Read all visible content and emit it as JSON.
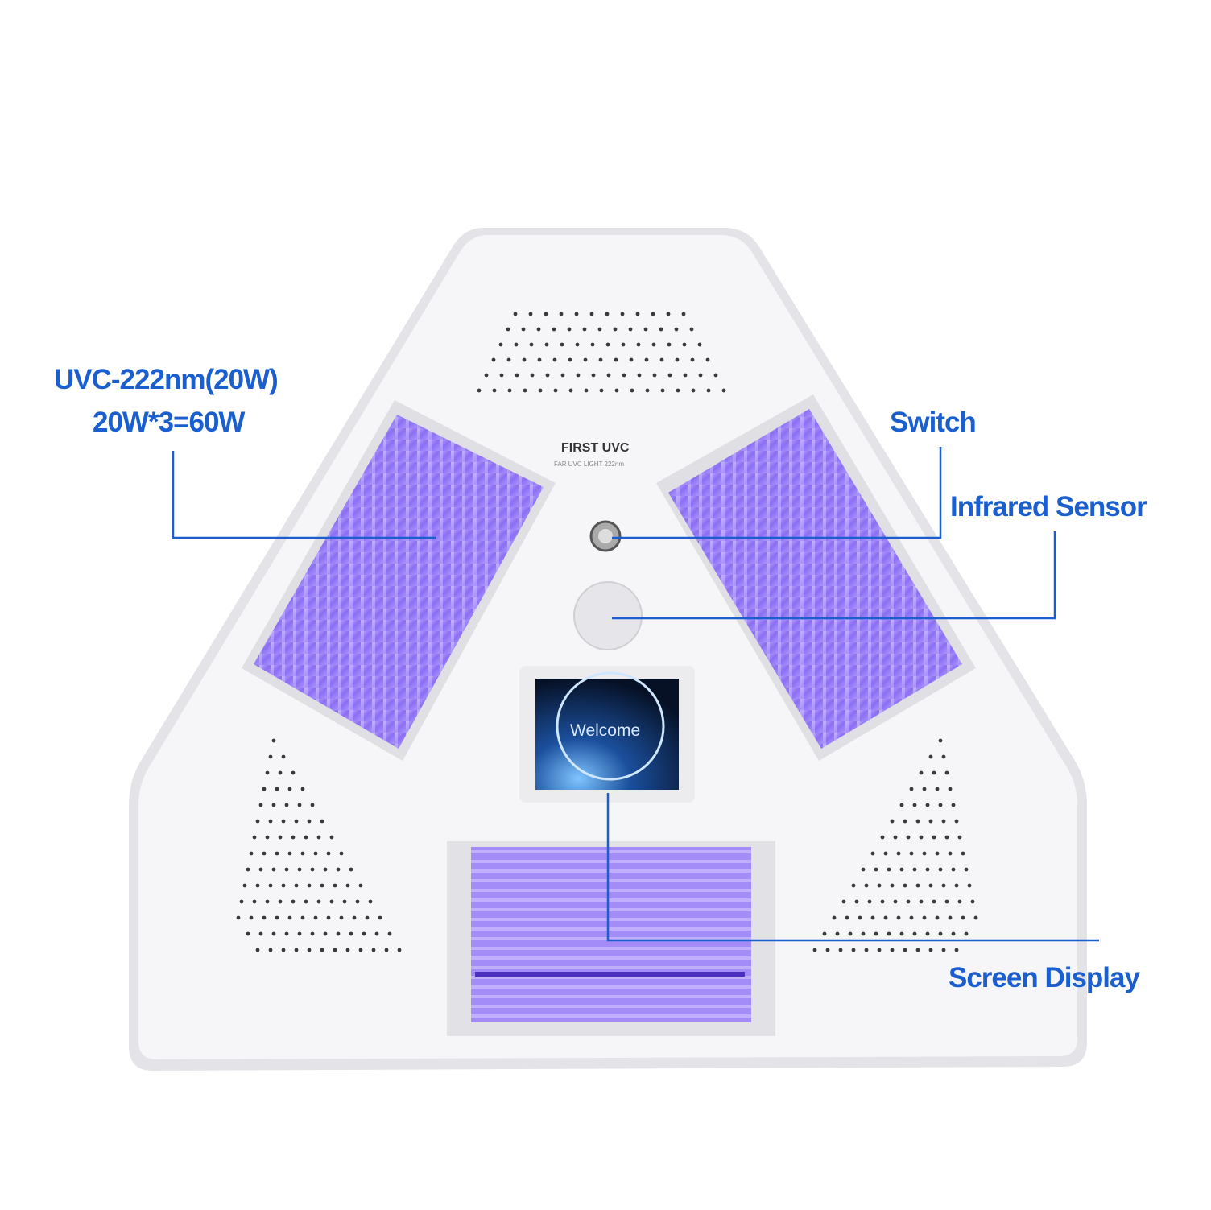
{
  "labels": {
    "uvc_line1": "UVC-222nm(20W)",
    "uvc_line2": "20W*3=60W",
    "switch": "Switch",
    "infrared": "Infrared Sensor",
    "screen": "Screen Display"
  },
  "device": {
    "brand": "FIRST UVC",
    "subtitle": "FAR UVC LIGHT 222nm",
    "screen_text": "Welcome"
  },
  "colors": {
    "label": "#1b5fcf",
    "lamp": "#8a6cf0",
    "body": "#f4f4f6"
  }
}
